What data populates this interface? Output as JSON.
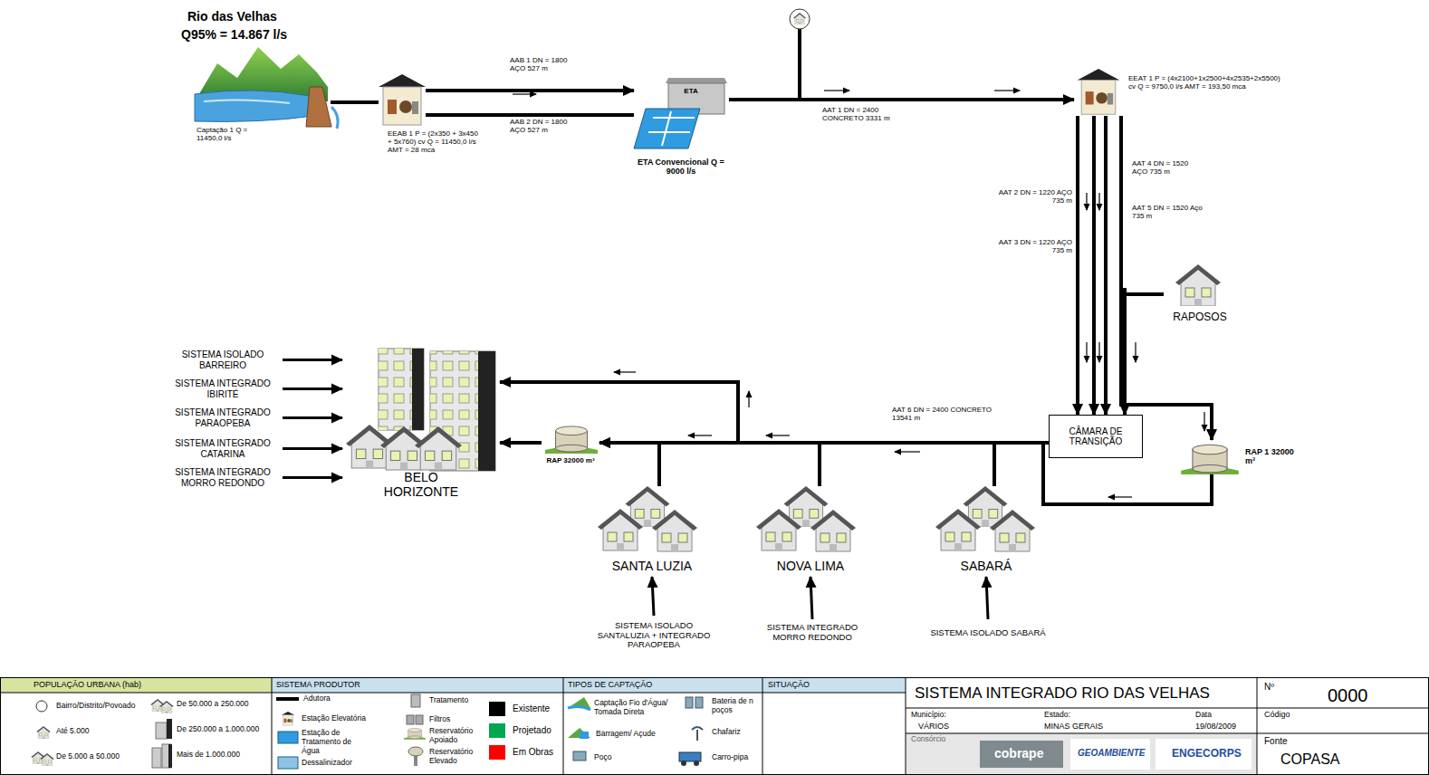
{
  "diagram": {
    "title": "SISTEMA INTEGRADO RIO DAS VELHAS",
    "nodes": [
      {
        "text": [
          "Rio das Velhas",
          "Q95% = 14.867 l/s",
          "Captação 1 Q = 11450,0 l/s"
        ]
      },
      {
        "text": [
          "EEAB 1 P = (2x350 + 3x450 + 5x760) cv Q = 11450,0 l/s AMT = 28 mca"
        ]
      },
      {
        "text": [
          "ETA",
          "ETA Convencional Q = 9000 l/s"
        ]
      },
      {
        "text": [
          "EEAT 1 P = (4x2100+1x2500+4x2535+2x5500) cv Q = 9750,0 l/s AMT = 193,50 mca"
        ]
      },
      {
        "text": [
          "RAPOSOS"
        ]
      },
      {
        "text": [
          "CÂMARA DE TRANSIÇÃO"
        ]
      },
      {
        "text": [
          "RAP 1 32000 m³"
        ]
      },
      {
        "text": [
          "SABARÁ"
        ]
      },
      {
        "text": [
          "NOVA LIMA"
        ]
      },
      {
        "text": [
          "SANTA LUZIA"
        ]
      },
      {
        "text": [
          "RAP 32000 m³"
        ]
      },
      {
        "text": [
          "BELO HORIZONTE"
        ]
      },
      {
        "text": [
          "SISTEMA ISOLADO BARREIRO"
        ]
      },
      {
        "text": [
          "SISTEMA INTEGRADO IBIRITÉ"
        ]
      },
      {
        "text": [
          "SISTEMA INTEGRADO PARAOPEBA"
        ]
      },
      {
        "text": [
          "SISTEMA INTEGRADO CATARINA"
        ]
      },
      {
        "text": [
          "SISTEMA INTEGRADO MORRO REDONDO"
        ]
      },
      {
        "text": [
          "SISTEMA ISOLADO SANTALUZIA + INTEGRADO PARAOPEBA"
        ]
      },
      {
        "text": [
          "SISTEMA INTEGRADO MORRO REDONDO"
        ]
      },
      {
        "text": [
          "SISTEMA ISOLADO SABARÁ"
        ]
      }
    ],
    "edges": [
      {
        "from": 0,
        "to": 1,
        "arrow": "none"
      },
      {
        "from": 1,
        "to": 2,
        "label": "AAB 1 DN = 1800 AÇO 527 m",
        "arrow": "to"
      },
      {
        "from": 1,
        "to": 2,
        "label": "AAB 2 DN = 1800 AÇO 527 m",
        "arrow": "none"
      },
      {
        "from": 2,
        "to": 3,
        "label": "AAT 1 DN = 2400 CONCRETO 3331 m",
        "arrow": "to"
      },
      {
        "from": 3,
        "to": 5,
        "label": "AAT 2 DN = 1220 AÇO 735 m",
        "arrow": "to"
      },
      {
        "from": 3,
        "to": 5,
        "label": "AAT 3 DN = 1220 AÇO 735 m",
        "arrow": "to"
      },
      {
        "from": 3,
        "to": 5,
        "label": "AAT 4 DN = 1520 AÇO 735 m",
        "arrow": "to"
      },
      {
        "from": 3,
        "to": 5,
        "label": "AAT 5 DN = 1520 Aço 735 m",
        "arrow": "to"
      },
      {
        "from": 3,
        "to": 4,
        "arrow": "none"
      },
      {
        "from": 3,
        "to": 6,
        "arrow": "to"
      },
      {
        "from": 6,
        "to": 10,
        "arrow": "to"
      },
      {
        "from": 5,
        "to": 10,
        "label": "AAT 6 DN = 2400 CONCRETO 13541 m",
        "arrow": "to"
      },
      {
        "from": 5,
        "to": 11,
        "arrow": "to"
      },
      {
        "from": 5,
        "to": 9,
        "arrow": "none"
      },
      {
        "from": 5,
        "to": 8,
        "arrow": "none"
      },
      {
        "from": 5,
        "to": 7,
        "arrow": "none"
      },
      {
        "from": 10,
        "to": 11,
        "arrow": "to"
      },
      {
        "from": 12,
        "to": 11,
        "arrow": "to"
      },
      {
        "from": 13,
        "to": 11,
        "arrow": "to"
      },
      {
        "from": 14,
        "to": 11,
        "arrow": "to"
      },
      {
        "from": 15,
        "to": 11,
        "arrow": "to"
      },
      {
        "from": 16,
        "to": 11,
        "arrow": "to"
      },
      {
        "from": 17,
        "to": 9,
        "arrow": "to"
      },
      {
        "from": 18,
        "to": 8,
        "arrow": "to"
      },
      {
        "from": 19,
        "to": 7,
        "arrow": "to"
      }
    ],
    "labels": [
      "POPULAÇÃO URBANA (hab)",
      "SISTEMA PRODUTOR",
      "TIPOS DE CAPTAÇÃO",
      "SITUAÇÃO",
      "Nº",
      "0000",
      "Código",
      "Município:",
      "VÁRIOS",
      "Estado:",
      "MINAS GERAIS",
      "Data",
      "19/08/2009",
      "Consórcio",
      "cobrape",
      "GEOAMBIENTE",
      "ENGECORPS",
      "Fonte",
      "COPASA"
    ],
    "legend": [
      {
        "text": "Bairro/Distrito/Povoado"
      },
      {
        "text": "Até 5.000"
      },
      {
        "text": "De 5.000 a 50.000"
      },
      {
        "text": "De 50.000 a 250.000"
      },
      {
        "text": "De 250.000 a 1.000.000"
      },
      {
        "text": "Mais de 1.000.000"
      },
      {
        "text": "Adutora"
      },
      {
        "text": "Estação Elevatória"
      },
      {
        "text": "Estação de Tratamento de Água"
      },
      {
        "text": "Dessalinizador"
      },
      {
        "text": "Tratamento"
      },
      {
        "text": "Filtros"
      },
      {
        "text": "Reservatório Apoiado"
      },
      {
        "text": "Reservatório Elevado"
      },
      {
        "text": "Existente",
        "color": "#000000"
      },
      {
        "text": "Projetado",
        "color": "#00a651"
      },
      {
        "text": "Em Obras",
        "color": "#ff0000"
      },
      {
        "text": "Captação Fio d'Água/ Tomada Direta"
      },
      {
        "text": "Barragem/ Açude"
      },
      {
        "text": "Poço"
      },
      {
        "text": "Bateria de n poços"
      },
      {
        "text": "Chafariz"
      },
      {
        "text": "Carro-pipa"
      }
    ]
  }
}
